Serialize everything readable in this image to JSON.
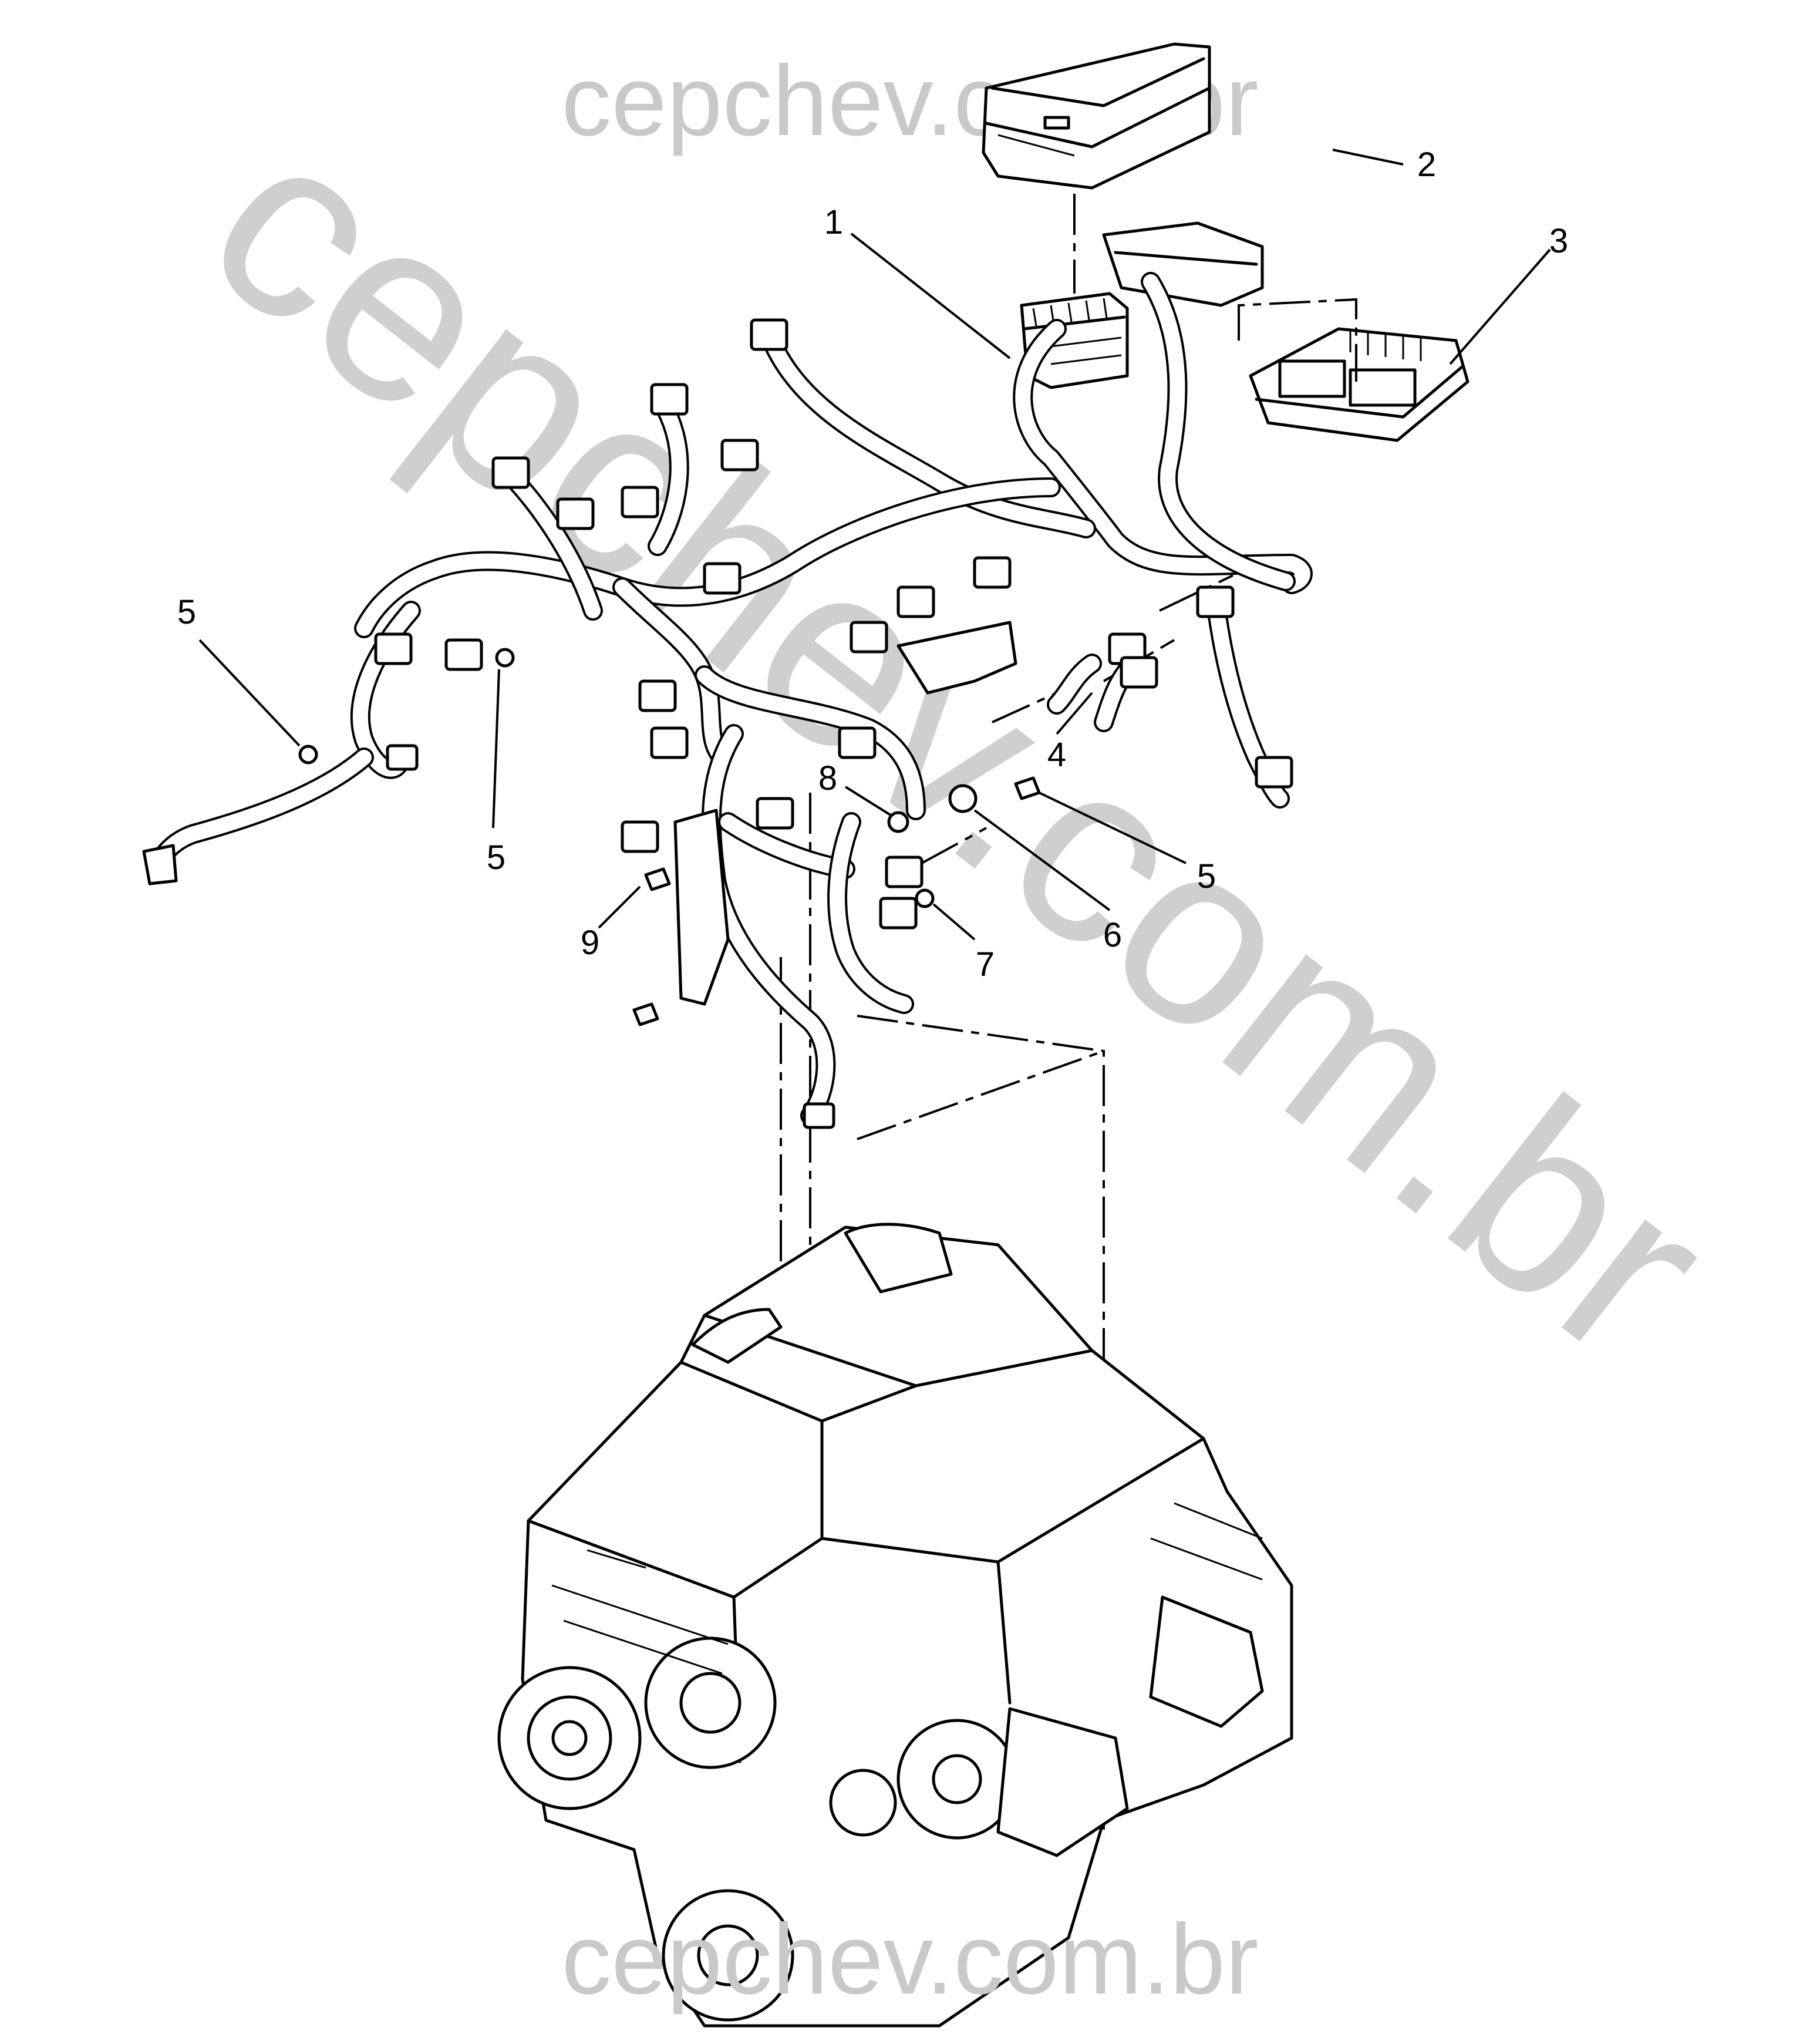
{
  "watermark": {
    "top": "cepchev.com.br",
    "bottom": "cepchev.com.br",
    "diagonal": "cepchev.com.br"
  },
  "callouts": [
    {
      "id": "c1",
      "text": "1"
    },
    {
      "id": "c2",
      "text": "2"
    },
    {
      "id": "c3",
      "text": "3"
    },
    {
      "id": "c4",
      "text": "4"
    },
    {
      "id": "c5a",
      "text": "5"
    },
    {
      "id": "c5b",
      "text": "5"
    },
    {
      "id": "c5c",
      "text": "5"
    },
    {
      "id": "c6",
      "text": "6"
    },
    {
      "id": "c7",
      "text": "7"
    },
    {
      "id": "c8",
      "text": "8"
    },
    {
      "id": "c9",
      "text": "9"
    }
  ]
}
